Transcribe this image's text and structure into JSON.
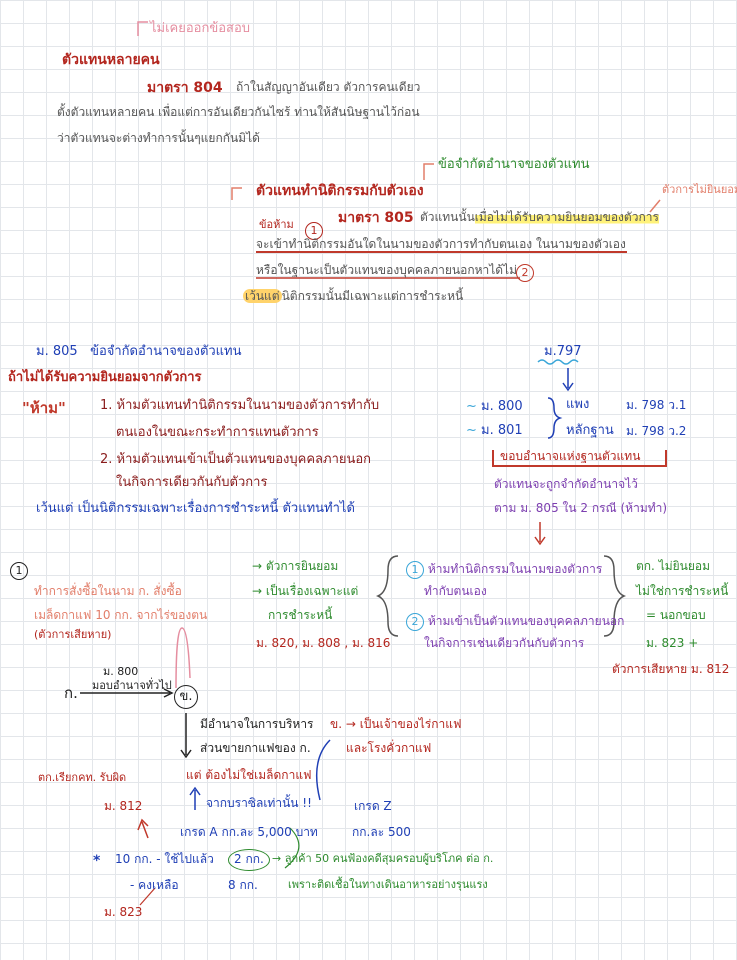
{
  "top_note": "ไม่เคยออกข้อสอบ",
  "sec1": {
    "heading": "ตัวแทนหลายคน",
    "article": "มาตรา 804",
    "line1": "ถ้าในสัญญาอันเดียว ตัวการคนเดียว",
    "line2": "ตั้งตัวแทนหลายคน เพื่อแต่การอันเดียวกันไซร้ ท่านให้สันนิษฐานไว้ก่อน",
    "line3": "ว่าตัวแทนจะต่างทำการนั้นๆแยกกันมิได้"
  },
  "sec2": {
    "note_limit": "ข้อจำกัดอำนาจของตัวแทน",
    "note_unconsent": "ตัวการไม่ยินยอม",
    "heading": "ตัวแทนทำนิติกรรมกับตัวเอง",
    "prohibit_label": "ข้อห้าม",
    "num1": "1",
    "article": "มาตรา 805",
    "line1_a": "ตัวแทนนั้น",
    "line1_b": "เมื่อไม่ได้รับความยินยอมของตัวการ",
    "line2_a": "จะเข้าทำนิติกรรมอันใดในนามของตัวการทำกับตนเอง",
    "line2_b": "ในนามของตัวเอง",
    "line3": "หรือในฐานะเป็นตัวแทนของบุคคลภายนอกหาได้ไม่",
    "num2": "2",
    "line4_a": "เว้นแต่",
    "line4_b": "นิติกรรมนั้นมีเฉพาะแต่การชำระหนี้"
  },
  "sec3": {
    "title_a": "ม. 805",
    "title_b": "ข้อจำกัดอำนาจของตัวแทน",
    "subtitle": "ถ้าไม่ได้รับความยินยอมจากตัวการ",
    "ban": "\"ห้าม\"",
    "item1_a": "1. ห้ามตัวแทนทำนิติกรรมในนามของตัวการทำกับ",
    "item1_b": "ตนเองในขณะกระทำการแทนตัวการ",
    "item2_a": "2. ห้ามตัวแทนเข้าเป็นตัวแทนของบุคคลภายนอก",
    "item2_b": "ในกิจการเดียวกันกับตัวการ",
    "except": "เว้นแต่ เป็นนิติกรรมเฉพาะเรื่องการชำระหนี้ ตัวแทนทำได้"
  },
  "sec4": {
    "m797": "ม.797",
    "m800": "ม. 800",
    "m801": "ม. 801",
    "express": "แพง",
    "express_ref": "ม. 798 ว.1",
    "evidence": "หลักฐาน",
    "evidence_ref": "ม. 798 ว.2",
    "scope_title": "ขอบอำนาจแห่งฐานตัวแทน",
    "scope_l1": "ตัวแทนจะถูกจำกัดอำนาจไว้",
    "scope_l2": "ตาม ม. 805 ใน 2 กรณี (ห้ามทำ)"
  },
  "sec5": {
    "num": "1",
    "case_l1": "ทำการสั่งซื้อในนาม ก. สั่งซื้อ",
    "case_l2": "เมล็ดกาแฟ 10 กก. จากไร่ของตน",
    "case_l3": "(ตัวการเสียหาย)",
    "cond1": "→ ตัวการยินยอม",
    "cond2a": "→ เป็นเรื่องเฉพาะแต่",
    "cond2b": "การชำระหนี้",
    "cond_refs": "ม. 820, ม. 808 , ม. 816",
    "b1a": "ห้ามทำนิติกรรมในนามของตัวการ",
    "b1b": "ทำกับตนเอง",
    "b2a": "ห้ามเข้าเป็นตัวแทนของบุคคลภายนอก",
    "b2b": "ในกิจการเช่นเดียวกันกับตัวการ",
    "c1": "ตก. ไม่ยินยอม",
    "c2": "ไม่ใช่การชำระหนี้",
    "c3": "= นอกขอบ",
    "c4": "ม. 823 +",
    "c5": "ตัวการเสียหาย ม. 812"
  },
  "sec6": {
    "m800": "ม. 800",
    "give": "มอบอำนาจทั่วไป",
    "k": "ก.",
    "kh": "ข.",
    "duty_l1": "มีอำนาจในการบริหาร",
    "duty_l2": "ส่วนขายกาแฟของ ก.",
    "but": "แต่ ต้องไม่ใช่เมล็ดกาแฟ",
    "from": "จากบราซิลเท่านั้น !!",
    "grade_a": "เกรด A กก.ละ 5,000 บาท",
    "kh_owner_l1": "ข. → เป็นเจ้าของไร่กาแฟ",
    "kh_owner_l2": "และโรงคั่วกาแฟ",
    "grade_z_l1": "เกรด Z",
    "grade_z_l2": "กก.ละ 500",
    "claim": "ตก.เรียกคท. รับผิด",
    "m812": "ม. 812",
    "star": "*",
    "used": "10 กก. - ใช้ไปแล้ว",
    "used_amt": "2 กก.",
    "used_desc": "→ ลูกค้า 50 คนฟ้องคดีสุมครอบผู้บริโภค ต่อ ก.",
    "left": "- คงเหลือ",
    "left_amt": "8 กก.",
    "left_desc": "เพราะติดเชื้อในทางเดินอาหารอย่างรุนแรง",
    "m823": "ม. 823"
  }
}
